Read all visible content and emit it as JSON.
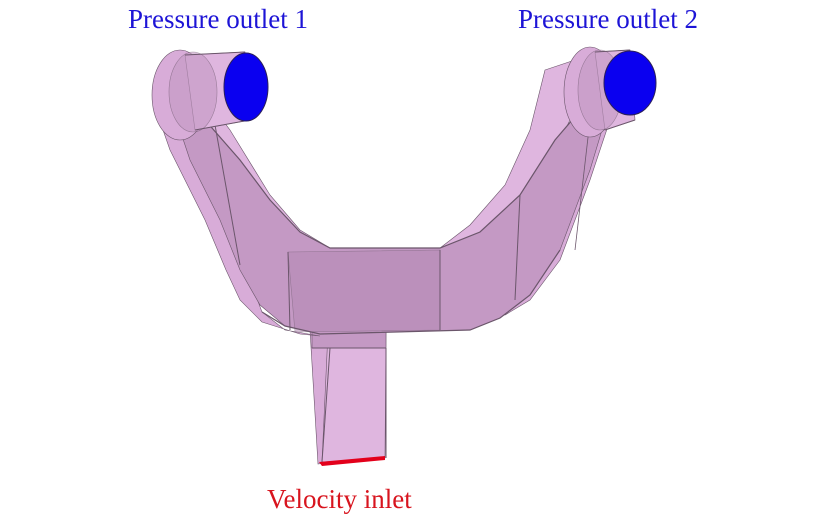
{
  "labels": {
    "outlet_1": "Pressure outlet 1",
    "outlet_2": "Pressure outlet 2",
    "inlet": "Velocity inlet"
  },
  "colors": {
    "outlet": "#1d14d6",
    "outlet_face": "#0a00f0",
    "inlet": "#d8141e",
    "inlet_face": "#e3001b",
    "body_top": "#dfb6df",
    "body_front": "#c499c4",
    "body_side": "#d8acd8",
    "body_dark": "#b48ab4",
    "edge": "#6b566b"
  }
}
